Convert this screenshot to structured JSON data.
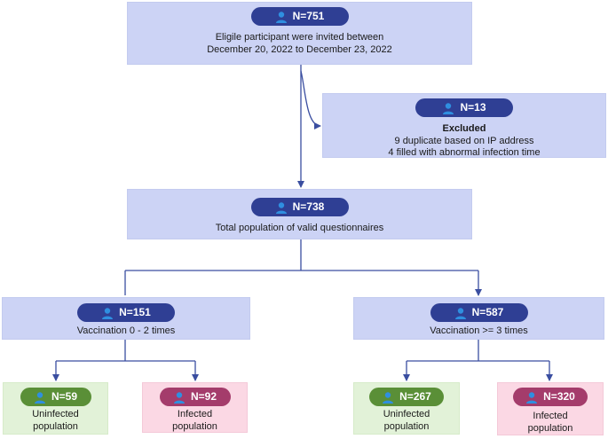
{
  "nodes": {
    "invited": {
      "count": "N=751",
      "lines": [
        "Eligile participant were invited between",
        "December 20, 2022 to December 23, 2022"
      ]
    },
    "excluded": {
      "count": "N=13",
      "heading": "Excluded",
      "lines": [
        "9 duplicate based on IP address",
        "4 filled with abnormal infection time"
      ]
    },
    "valid": {
      "count": "N=738",
      "lines": [
        "Total population of valid questionnaires"
      ]
    },
    "vacc_low": {
      "count": "N=151",
      "lines": [
        "Vaccination 0 - 2 times"
      ]
    },
    "vacc_high": {
      "count": "N=587",
      "lines": [
        "Vaccination >= 3 times"
      ]
    },
    "low_uninfected": {
      "count": "N=59",
      "lines": [
        "Uninfected",
        "population"
      ]
    },
    "low_infected": {
      "count": "N=92",
      "lines": [
        "Infected",
        "population"
      ]
    },
    "high_uninfected": {
      "count": "N=267",
      "lines": [
        "Uninfected",
        "population"
      ]
    },
    "high_infected": {
      "count": "N=320",
      "lines": [
        "Infected",
        "population"
      ]
    }
  },
  "icons": {
    "count_badge": "person-icon"
  },
  "colors": {
    "box_blue": "#ccd3f5",
    "box_green": "#e2f2d8",
    "box_pink": "#fbd8e4",
    "pill_navy": "#2f3f94",
    "pill_green": "#5a8f37",
    "pill_magenta": "#a43c6b",
    "connector": "#3a4ea0",
    "icon": "#2f8fe0"
  }
}
